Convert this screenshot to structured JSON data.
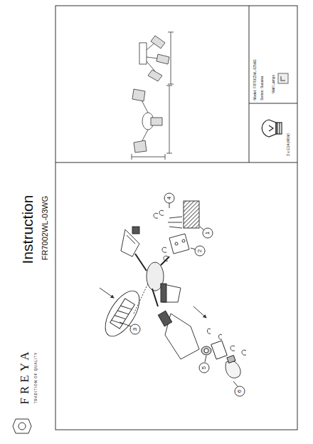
{
  "diagram": {
    "title": "Instruction",
    "labels": [
      "FR7002WL-03WG",
      "FREYA",
      "TRADITION OF QUALITY",
      "Model: FR7002WL-03WG",
      "Series: Susana",
      "Wall Lamps",
      "3 x E14 (40W)",
      "1",
      "2",
      "3",
      "4",
      "5",
      "6"
    ]
  }
}
